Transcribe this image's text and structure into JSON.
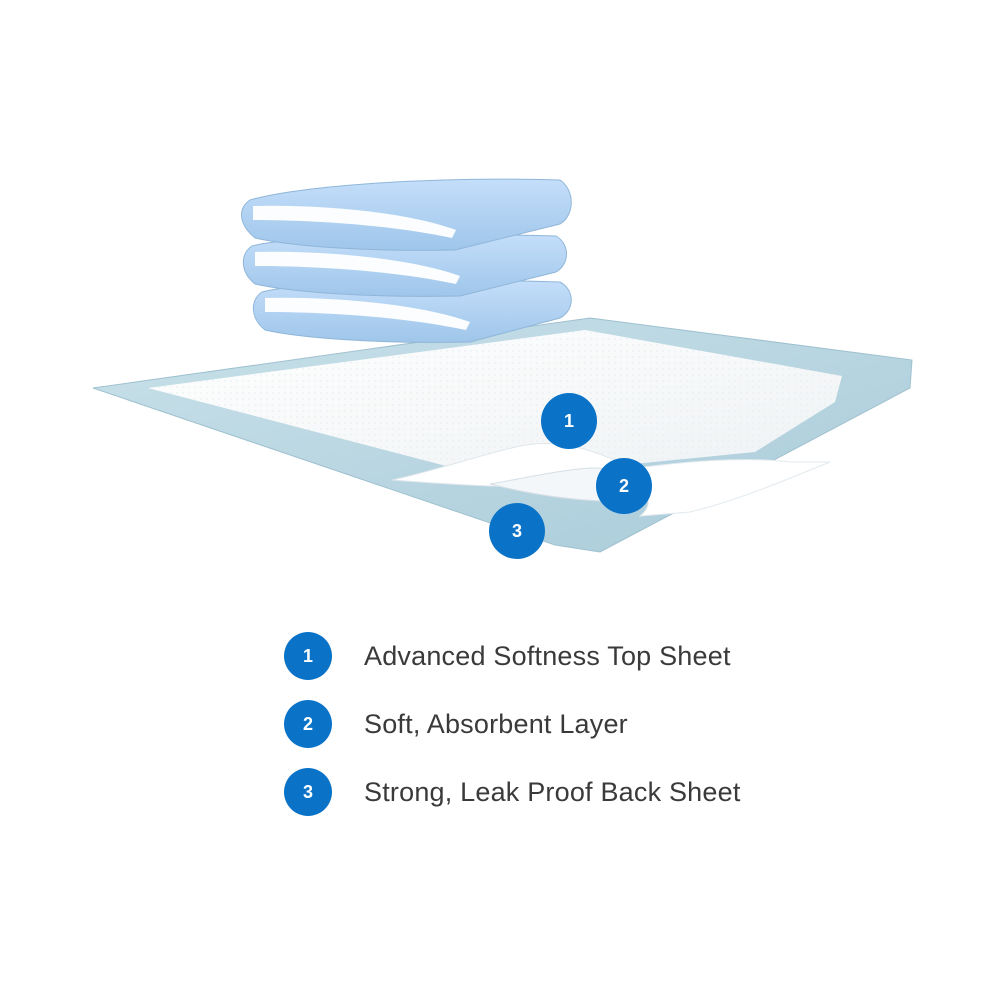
{
  "colors": {
    "badge": "#0a73c8",
    "pad_border": "#b8d6e2",
    "pad_top": "#ffffff",
    "folded_pad": "#b4d4f0",
    "label_text": "#3a3a3a"
  },
  "illustration": {
    "callouts": [
      {
        "number": "1"
      },
      {
        "number": "2"
      },
      {
        "number": "3"
      }
    ]
  },
  "legend": [
    {
      "number": "1",
      "label": "Advanced Softness Top Sheet"
    },
    {
      "number": "2",
      "label": "Soft, Absorbent Layer"
    },
    {
      "number": "3",
      "label": "Strong, Leak Proof Back Sheet"
    }
  ]
}
